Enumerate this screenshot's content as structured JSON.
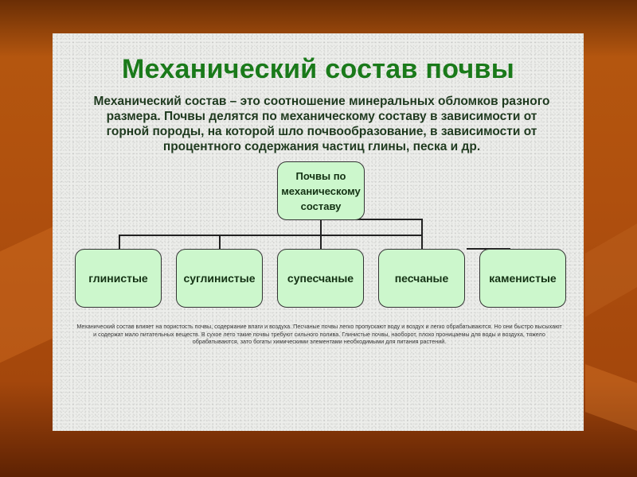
{
  "slide": {
    "title": "Механический состав почвы",
    "description": "Механический состав – это соотношение минеральных обломков разного размера. Почвы делятся по механическому составу в зависимости от горной породы, на которой шло почвообразование, в зависимости от процентного содержания частиц глины, песка и др.",
    "diagram": {
      "root": "Почвы по механическому составу",
      "children": [
        "глинистые",
        "суглинистые",
        "супесчаные",
        "песчаные",
        "каменистые"
      ]
    },
    "note": "Механический состав влияет на пористость почвы, содержание влаги и воздуха. Песчаные почвы легко пропускают воду и воздух и легко обрабатываются. Но они быстро высыхают и содержат мало питательных веществ. В сухое лето такие почвы требуют сильного полива. Глинистые почвы, наоборот, плохо проницаемы для воды и воздуха, тяжело обрабатываются, зато богаты химическими элементами необходимыми для питания растений."
  },
  "colors": {
    "title": "#1a7a1a",
    "box_fill": "#ccf7cc",
    "background": "#b0500e",
    "panel": "#ecedea"
  }
}
